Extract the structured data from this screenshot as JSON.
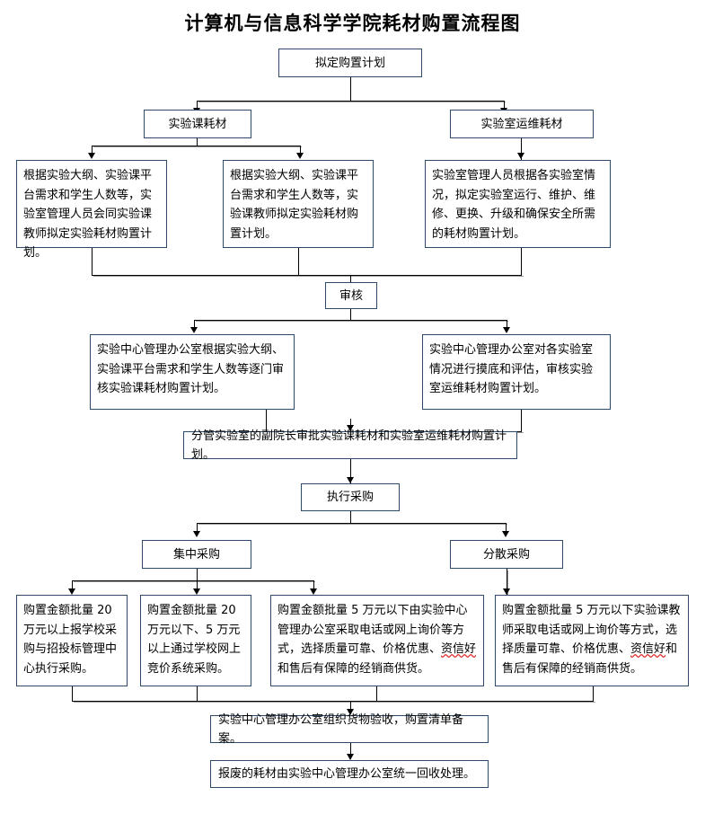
{
  "title": "计算机与信息科学学院耗材购置流程图",
  "nodes": {
    "plan": "拟定购置计划",
    "lab_course_material": "实验课耗材",
    "lab_ops_material": "实验室运维耗材",
    "detail_1": "根据实验大纲、实验课平台需求和学生人数等，实验室管理人员会同实验课教师拟定实验耗材购置计划。",
    "detail_2": "根据实验大纲、实验课平台需求和学生人数等，实验课教师拟定实验耗材购置计划。",
    "detail_3": "实验室管理人员根据各实验室情况，拟定实验室运行、维护、维修、更换、升级和确保安全所需的耗材购置计划。",
    "review": "审核",
    "review_1": "实验中心管理办公室根据实验大纲、实验课平台需求和学生人数等逐门审核实验课耗材购置计划。",
    "review_2": "实验中心管理办公室对各实验室情况进行摸底和评估，审核实验室运维耗材购置计划。",
    "approval": "分管实验室的副院长审批实验课耗材和实验室运维耗材购置计划。",
    "execute_purchase": "执行采购",
    "centralized_purchase": "集中采购",
    "decentralized_purchase": "分散采购",
    "purchase_1": "购置金额批量 20 万元以上报学校采购与招投标管理中心执行采购。",
    "purchase_2": "购置金额批量 20 万元以下、5 万元以上通过学校网上竞价系统采购。",
    "purchase_3_a": "购置金额批量 5 万元以下由实验中心管理办公室采取电话或网上询价等方式，选择质量可靠、价格优惠、",
    "purchase_3_b": "资信好",
    "purchase_3_c": "和售后有保障的经销商供货。",
    "purchase_4_a": "购置金额批量 5 万元以下实验课教师采取电话或网上询价等方式，选择质量可靠、价格优惠、",
    "purchase_4_b": "资信好",
    "purchase_4_c": "和售后有保障的经销商供货。",
    "acceptance": "实验中心管理办公室组织货物验收，购置清单备案。",
    "disposal": "报废的耗材由实验中心管理办公室统一回收处理。"
  },
  "colors": {
    "box_border": "#2e4a6b",
    "edge": "#000000",
    "shadow": "#9d9d9d",
    "spellcheck": "#e03131",
    "background": "#ffffff"
  }
}
